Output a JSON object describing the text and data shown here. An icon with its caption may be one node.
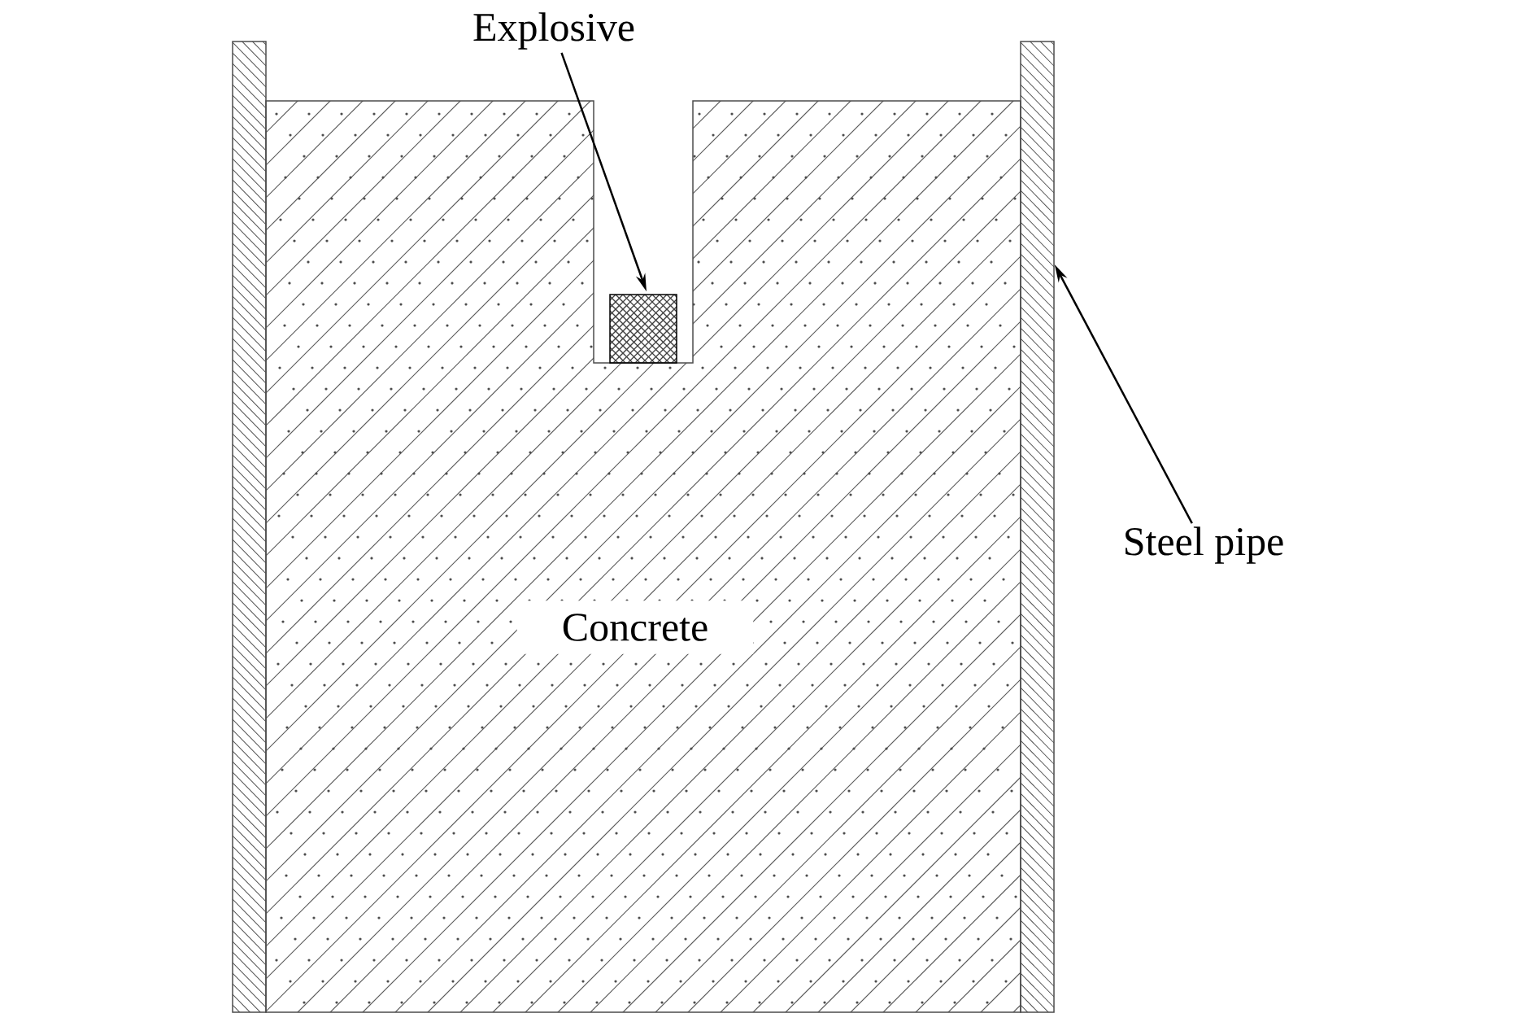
{
  "diagram": {
    "nodes": [
      {
        "text": [],
        "shape": "bar"
      },
      {
        "text": [
          "Explosive"
        ]
      },
      {
        "text": [],
        "shape": "box"
      },
      {
        "text": [],
        "shape": "bar"
      },
      {
        "text": [
          "Steel pipe"
        ]
      }
    ],
    "edges": [
      {
        "from": 1,
        "to": 2,
        "arrow": "to"
      },
      {
        "from": 4,
        "to": 3,
        "arrow": "to"
      }
    ],
    "labels": [
      "Concrete"
    ]
  }
}
